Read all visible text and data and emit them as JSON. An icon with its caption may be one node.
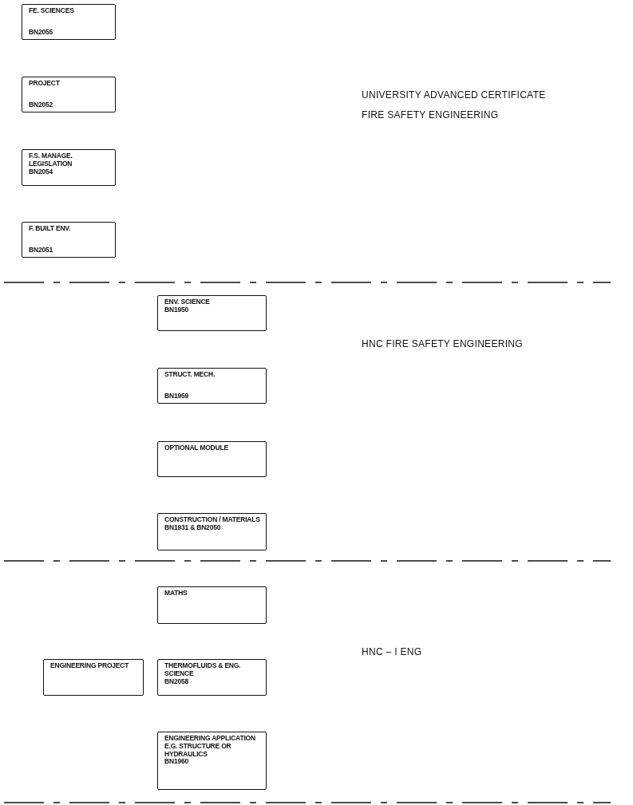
{
  "diagram": {
    "nodes": [
      {
        "text": [
          "FE. SCIENCES",
          "BN2055"
        ]
      },
      {
        "text": [
          "PROJECT",
          "BN2052"
        ]
      },
      {
        "text": [
          "F.S. MANAGE. LEGISLATION",
          "BN2054"
        ]
      },
      {
        "text": [
          "F. BUILT ENV.",
          "BN2051"
        ]
      },
      {
        "text": [
          "ENV. SCIENCE",
          "BN1950"
        ]
      },
      {
        "text": [
          "STRUCT. MECH.",
          "BN1959"
        ]
      },
      {
        "text": [
          "OPTIONAL MODULE"
        ]
      },
      {
        "text": [
          "CONSTRUCTION / MATERIALS",
          "BN1931 & BN2050"
        ]
      },
      {
        "text": [
          "MATHS"
        ]
      },
      {
        "text": [
          "ENGINEERING PROJECT"
        ]
      },
      {
        "text": [
          "THERMOFLUIDS & ENG. SCIENCE",
          "BN2058"
        ]
      },
      {
        "text": [
          "ENGINEERING APPLICATION E.G. STRUCTURE OR HYDRAULICS",
          "BN1960"
        ]
      }
    ],
    "labels": [
      "UNIVERSITY ADVANCED CERTIFICATE",
      "FIRE SAFETY ENGINEERING",
      "HNC FIRE SAFETY ENGINEERING",
      "HNC – I ENG"
    ]
  }
}
